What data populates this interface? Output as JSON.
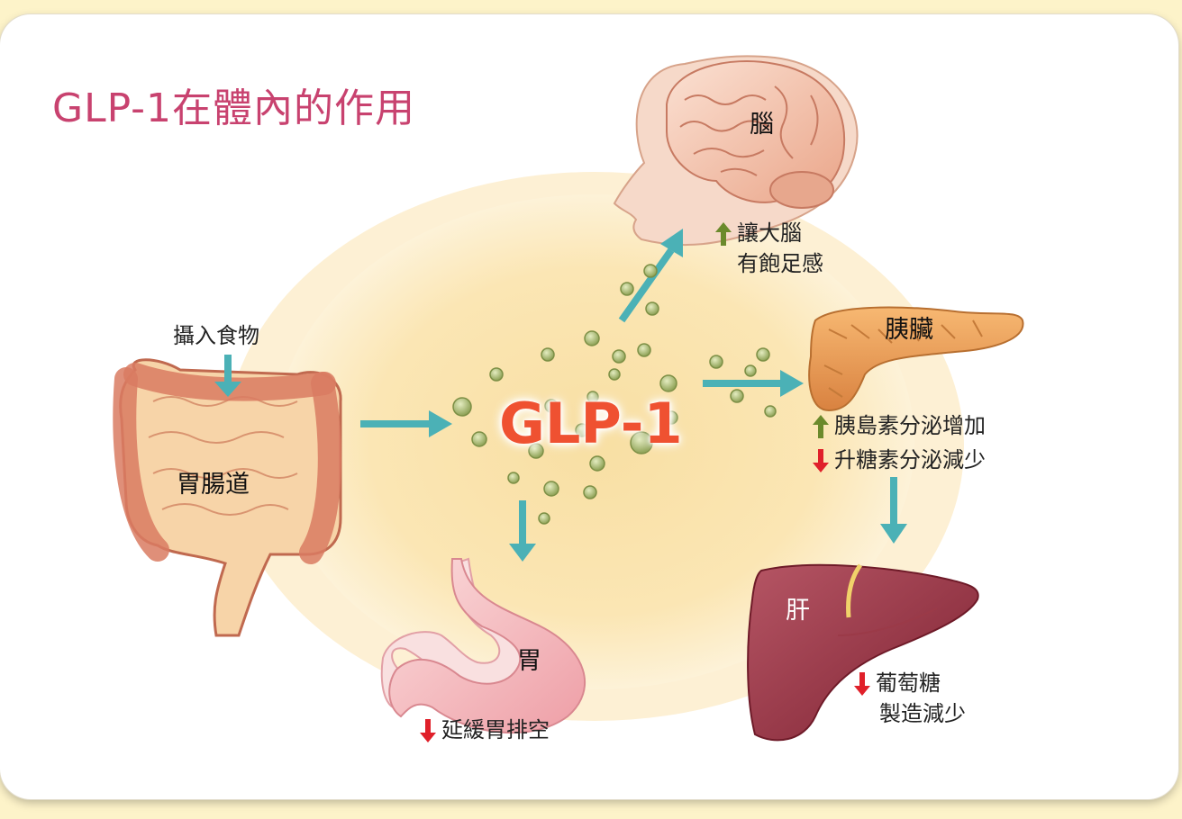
{
  "title": "GLP-1在體內的作用",
  "center_label": "GLP-1",
  "food_intake": "攝入食物",
  "organs": {
    "gut": "胃腸道",
    "brain": "腦",
    "pancreas": "胰臟",
    "stomach": "胃",
    "liver": "肝"
  },
  "effects": {
    "brain": {
      "direction": "up",
      "lines": [
        "讓大腦",
        "有飽足感"
      ]
    },
    "pancreas_up": {
      "direction": "up",
      "text": "胰島素分泌增加"
    },
    "pancreas_down": {
      "direction": "down",
      "text": "升糖素分泌減少"
    },
    "stomach": {
      "direction": "down",
      "text": "延緩胃排空"
    },
    "liver": {
      "direction": "down",
      "lines": [
        "葡萄糖",
        "製造減少"
      ]
    }
  },
  "colors": {
    "title": "#c8426f",
    "glp1": "#ef5131",
    "arrow": "#4bb1b6",
    "up_arrow": "#6b8a2c",
    "down_arrow": "#e0202a",
    "background": "#fdf3c9"
  }
}
